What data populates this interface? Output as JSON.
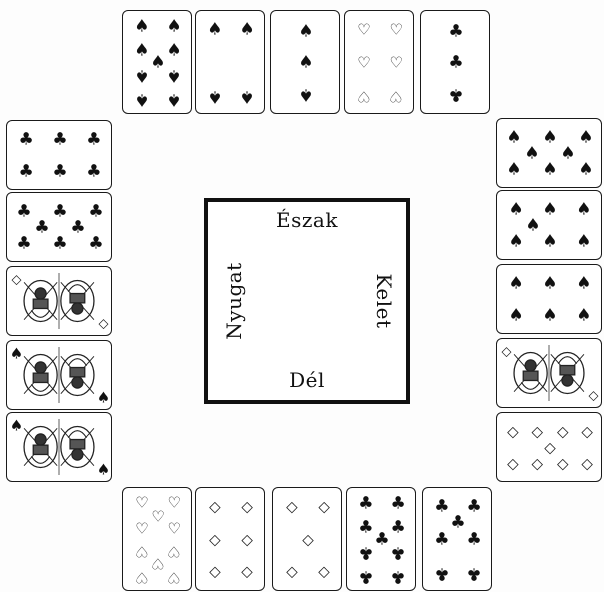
{
  "table": {
    "directions": {
      "north": "Észak",
      "east": "Kelet",
      "south": "Dél",
      "west": "Nyugat"
    }
  },
  "hands": {
    "north": [
      {
        "suit": "spades",
        "rank": "9"
      },
      {
        "suit": "spades",
        "rank": "4"
      },
      {
        "suit": "spades",
        "rank": "3"
      },
      {
        "suit": "hearts",
        "rank": "6"
      },
      {
        "suit": "clubs",
        "rank": "3"
      }
    ],
    "west": [
      {
        "suit": "clubs",
        "rank": "6"
      },
      {
        "suit": "clubs",
        "rank": "8"
      },
      {
        "suit": "diamonds",
        "rank": "face"
      },
      {
        "suit": "spades",
        "rank": "face"
      },
      {
        "suit": "spades",
        "rank": "face"
      }
    ],
    "east": [
      {
        "suit": "spades",
        "rank": "8"
      },
      {
        "suit": "spades",
        "rank": "7"
      },
      {
        "suit": "spades",
        "rank": "6"
      },
      {
        "suit": "diamonds",
        "rank": "face"
      },
      {
        "suit": "diamonds",
        "rank": "9"
      }
    ],
    "south": [
      {
        "suit": "hearts",
        "rank": "10"
      },
      {
        "suit": "diamonds",
        "rank": "6"
      },
      {
        "suit": "diamonds",
        "rank": "5"
      },
      {
        "suit": "clubs",
        "rank": "9"
      },
      {
        "suit": "clubs",
        "rank": "7"
      }
    ]
  },
  "suit_symbols": {
    "spades": "♠",
    "hearts": "♡",
    "diamonds": "◇",
    "clubs": "♣"
  }
}
